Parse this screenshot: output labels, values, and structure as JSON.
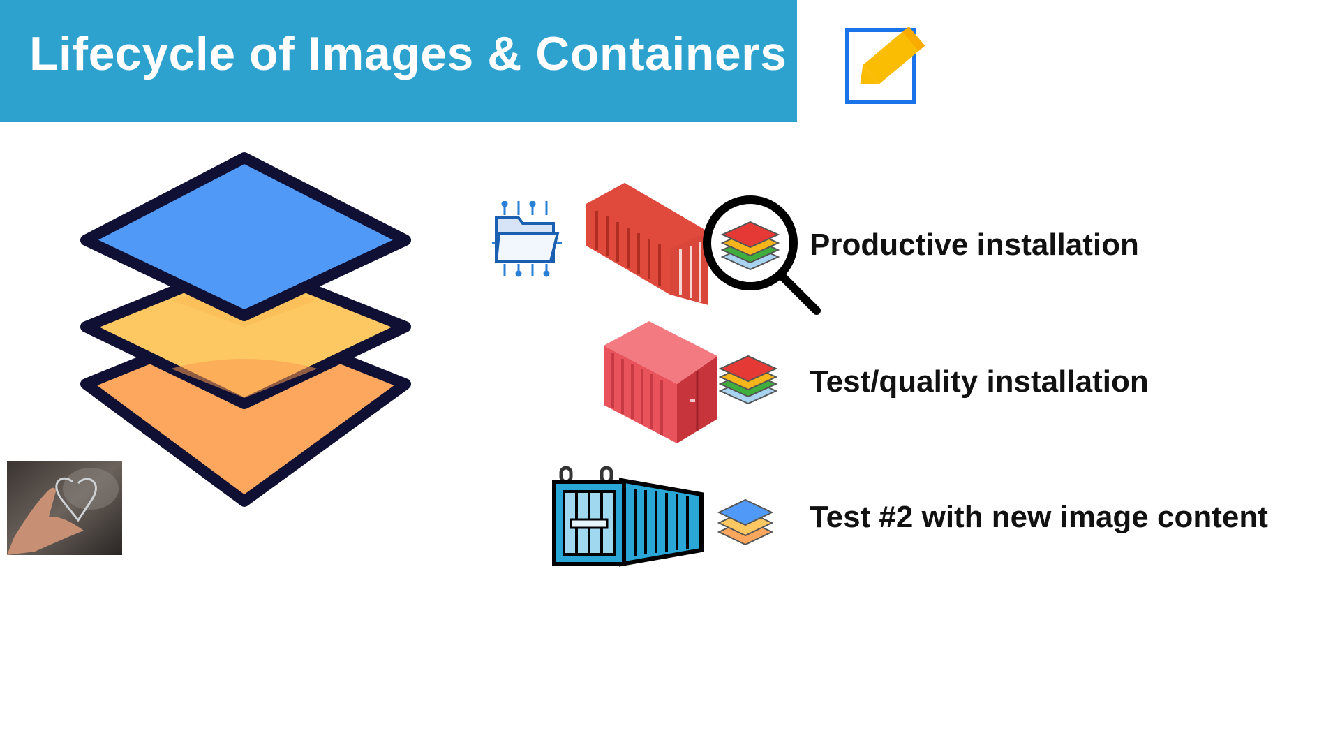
{
  "slide": {
    "title": "Lifecycle of Images & Containers",
    "rows": [
      {
        "label": "Productive installation"
      },
      {
        "label": "Test/quality installation"
      },
      {
        "label": "Test #2 with new image content"
      }
    ]
  },
  "colors": {
    "title_bar": "#2da2cf",
    "layer_blue": "#5199f7",
    "layer_yellow": "#fdc861",
    "layer_orange": "#fda75e",
    "outline": "#0f1033",
    "container_red": "#e04a3c",
    "container_pink": "#f47a82",
    "container_blue": "#2aa7d6"
  },
  "icons": [
    "edit-note-icon",
    "layers-stack-icon",
    "photo-thumbnail",
    "digital-folder-icon",
    "red-container-icon",
    "magnifier-icon",
    "layers-icon",
    "pink-container-icon",
    "blue-container-icon"
  ]
}
